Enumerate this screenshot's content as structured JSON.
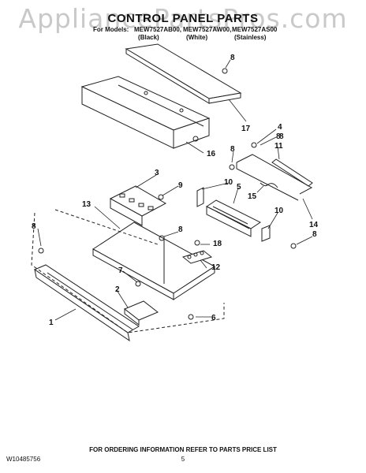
{
  "watermark": "AppliancePartsPros.com",
  "title": "CONTROL PANEL PARTS",
  "models": {
    "prefix": "For Models:",
    "codes": [
      "MEW7527AB00,",
      "MEW7527AW00,",
      "MEW7527AS00"
    ],
    "colors": [
      "(Black)",
      "(White)",
      "(Stainless)"
    ]
  },
  "callouts": [
    "1",
    "2",
    "3",
    "4",
    "5",
    "6",
    "7",
    "8",
    "8",
    "8",
    "8",
    "8",
    "8",
    "8",
    "9",
    "10",
    "10",
    "11",
    "12",
    "13",
    "14",
    "15",
    "16",
    "17",
    "18"
  ],
  "footer": {
    "instruction": "FOR ORDERING INFORMATION REFER TO PARTS PRICE LIST",
    "doc_number": "W10485756",
    "page": "5"
  }
}
